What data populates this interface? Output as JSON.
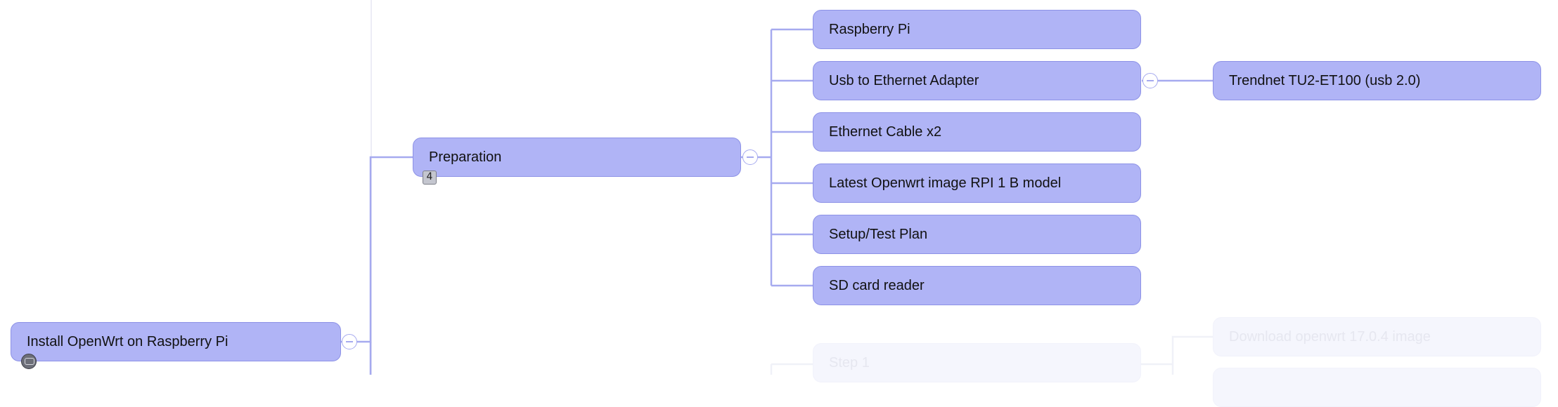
{
  "root": {
    "label": "Install OpenWrt on Raspberry Pi"
  },
  "preparation": {
    "label": "Preparation",
    "count": "4",
    "children": [
      "Raspberry Pi",
      "Usb to Ethernet Adapter",
      "Ethernet Cable x2",
      "Latest Openwrt image RPI 1 B model",
      "Setup/Test Plan",
      "SD card reader"
    ]
  },
  "adapter_detail": {
    "label": "Trendnet TU2-ET100 (usb 2.0)"
  },
  "step1": {
    "label": "Step 1",
    "child": "Download openwrt 17.0.4 image"
  },
  "colors": {
    "node_fill": "#b0b4f6",
    "node_border": "#8d92e6",
    "connector": "#a6aaef",
    "faded_fill": "#f5f6fd"
  }
}
